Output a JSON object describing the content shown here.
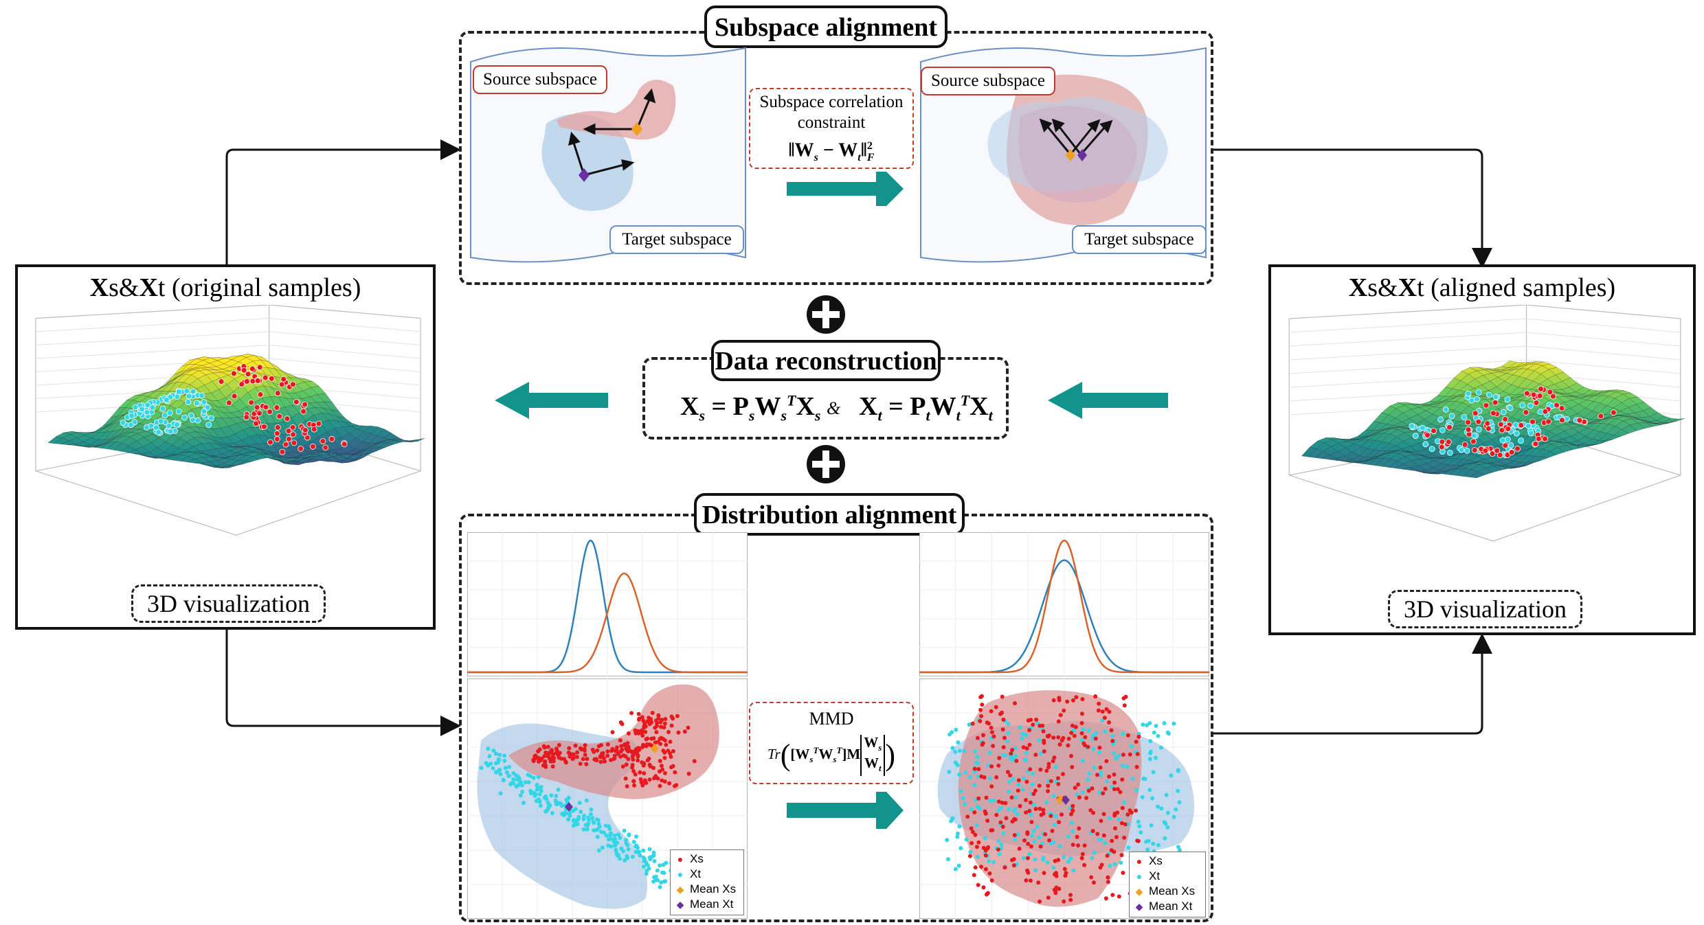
{
  "subspace_alignment": {
    "title": "Subspace alignment",
    "left_source_label": "Source subspace",
    "left_target_label": "Target subspace",
    "constraint_text": "Subspace correlation constraint",
    "constraint_formula": "‖Ws − Wt‖²F",
    "right_source_label": "Source subspace",
    "right_target_label": "Target subspace"
  },
  "data_reconstruction": {
    "title": "Data reconstruction",
    "formula_xs": "Xs = PsWsTXs",
    "amp": "&",
    "formula_xt": "Xt = PtWtTXt"
  },
  "distribution_alignment": {
    "title": "Distribution alignment",
    "mmd_label": "MMD",
    "mmd_formula": "Tr([WsT WsT] M [Ws ; Wt])",
    "legend": [
      "Xs",
      "Xt",
      "Mean Xs",
      "Mean Xt"
    ]
  },
  "left_panel": {
    "title_bold": "X",
    "title_s": "s&",
    "title_bold2": "X",
    "title_rest": "t (original samples)",
    "viz_label": "3D visualization"
  },
  "right_panel": {
    "title_bold": "X",
    "title_s": "s&",
    "title_bold2": "X",
    "title_rest": "t (aligned samples)",
    "viz_label": "3D visualization"
  },
  "colors": {
    "source": "#e6191f",
    "target": "#33d6e6",
    "mean_source": "#f0a020",
    "mean_target": "#6b2fa0",
    "arrow_teal": "#12948c",
    "source_region": "#d98b8b",
    "target_region": "#9dbfe3",
    "curve_blue": "#2f7fb8",
    "curve_orange": "#d9622b"
  },
  "chart_data": [
    {
      "type": "line",
      "title": "",
      "series": [
        {
          "name": "",
          "x": [
            -4,
            -3,
            -2,
            -1,
            0,
            1,
            2,
            3,
            4
          ],
          "values": [
            0.0,
            0.0,
            0.05,
            0.55,
            1.0,
            0.55,
            0.05,
            0.0,
            0.0
          ]
        },
        {
          "name": "",
          "x": [
            -4,
            -3,
            -2,
            -1,
            0,
            1,
            2,
            3,
            4
          ],
          "values": [
            0.0,
            0.0,
            0.0,
            0.03,
            0.35,
            0.75,
            0.35,
            0.03,
            0.0
          ]
        }
      ],
      "note_panel": "before distribution alignment"
    },
    {
      "type": "line",
      "title": "",
      "series": [
        {
          "name": "",
          "x": [
            -4,
            -3,
            -2,
            -1,
            0,
            1,
            2,
            3,
            4
          ],
          "values": [
            0.0,
            0.01,
            0.12,
            0.55,
            0.85,
            0.55,
            0.12,
            0.01,
            0.0
          ]
        },
        {
          "name": "",
          "x": [
            -4,
            -3,
            -2,
            -1,
            0,
            1,
            2,
            3,
            4
          ],
          "values": [
            0.0,
            0.0,
            0.05,
            0.5,
            1.0,
            0.5,
            0.05,
            0.0,
            0.0
          ]
        }
      ],
      "note_panel": "after distribution alignment"
    },
    {
      "type": "scatter",
      "title": "",
      "legend": [
        "Xs",
        "Xt",
        "Mean Xs",
        "Mean Xt"
      ],
      "legend_position": "bottom-right",
      "note_panel": "before alignment"
    },
    {
      "type": "scatter",
      "title": "",
      "legend": [
        "Xs",
        "Xt",
        "Mean Xs",
        "Mean Xt"
      ],
      "legend_position": "bottom-right",
      "note_panel": "after alignment"
    }
  ]
}
